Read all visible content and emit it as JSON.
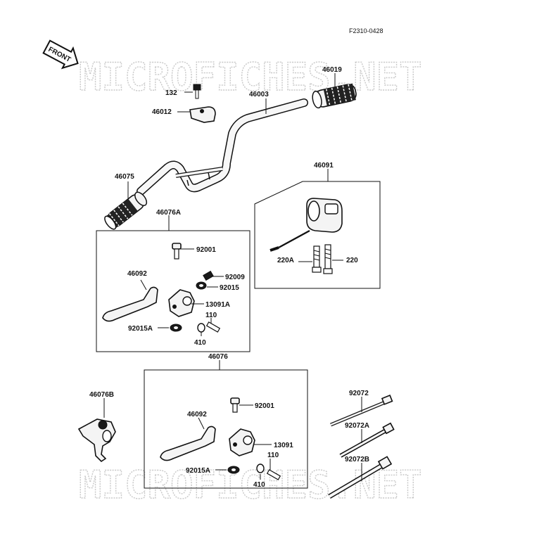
{
  "diagram_code": "F2310-0428",
  "front_label": "FRONT",
  "watermark": "MICROFICHES.NET",
  "parts": {
    "p46019": "46019",
    "p132": "132",
    "p46003": "46003",
    "p46012": "46012",
    "p46075": "46075",
    "p46091": "46091",
    "p46076A": "46076A",
    "p92001a": "92001",
    "p46092a": "46092",
    "p92009": "92009",
    "p92015": "92015",
    "p13091A": "13091A",
    "p110a": "110",
    "p92015Aa": "92015A",
    "p410a": "410",
    "p220A": "220A",
    "p220": "220",
    "p46076": "46076",
    "p46076B": "46076B",
    "p92001b": "92001",
    "p46092b": "46092",
    "p13091": "13091",
    "p110b": "110",
    "p92015Ab": "92015A",
    "p410b": "410",
    "p92072": "92072",
    "p92072A": "92072A",
    "p92072B": "92072B"
  }
}
